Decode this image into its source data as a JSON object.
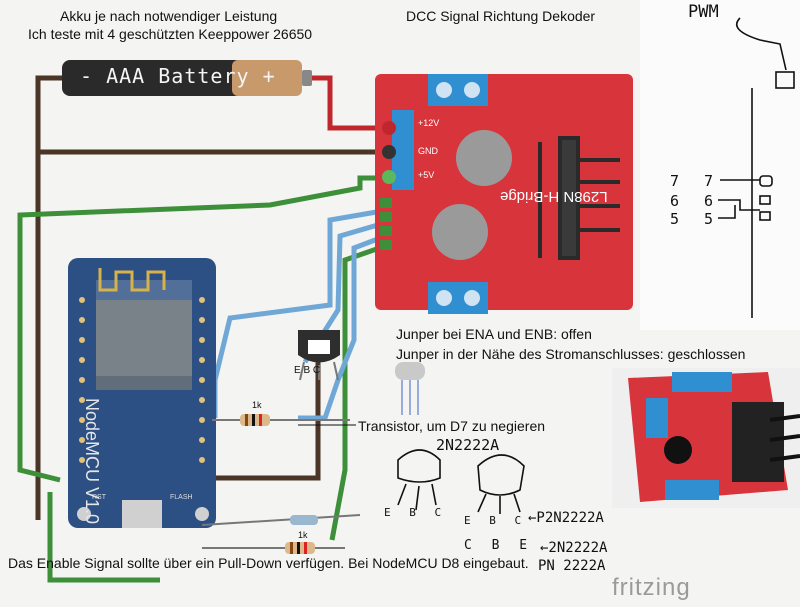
{
  "notes": {
    "battery_line1": "Akku je nach notwendiger Leistung",
    "battery_line2": "Ich teste mit 4 geschützten Keeppower 26650",
    "dcc": "DCC Signal Richtung Dekoder",
    "jumper1": "Junper bei ENA und ENB: offen",
    "jumper2": "Junper in der Nähe des Stromanschlusses: geschlossen",
    "transistor": "Transistor, um D7 zu negieren",
    "enable": "Das Enable Signal sollte über ein Pull-Down verfügen. Bei NodeMCU D8 eingebaut.",
    "fritzing": "fritzing"
  },
  "battery": {
    "label": "- AAA Battery +"
  },
  "hbridge": {
    "label": "L298N H-Bridge",
    "pin_12v": "+12V",
    "pin_gnd": "GND",
    "pin_5v": "+5V"
  },
  "nodemcu": {
    "label": "NodeMCU V1.0",
    "rst": "RST",
    "flash": "FLASH"
  },
  "transistor": {
    "pins": "E B C"
  },
  "resistors": {
    "r1": "1k",
    "r2": "1k"
  },
  "sketch": {
    "pwm": "PWM",
    "pin7a": "7",
    "pin7b": "7",
    "pin6a": "6",
    "pin6b": "6",
    "pin5a": "5",
    "pin5b": "5",
    "tr_name": "2N2222A",
    "ebc_left": "E B C",
    "ebc_right": "E B C",
    "p2n": "←P2N2222A",
    "cbe": "C B E",
    "n2n": "←2N2222A",
    "pn": "PN 2222A"
  },
  "colors": {
    "board_red": "#d8343b",
    "nodemcu_blue": "#2c4f84",
    "wire_green": "#3d8f3a",
    "wire_blue": "#6fa8d6",
    "wire_brown": "#4a3526",
    "terminal_blue": "#2f8fd0"
  }
}
